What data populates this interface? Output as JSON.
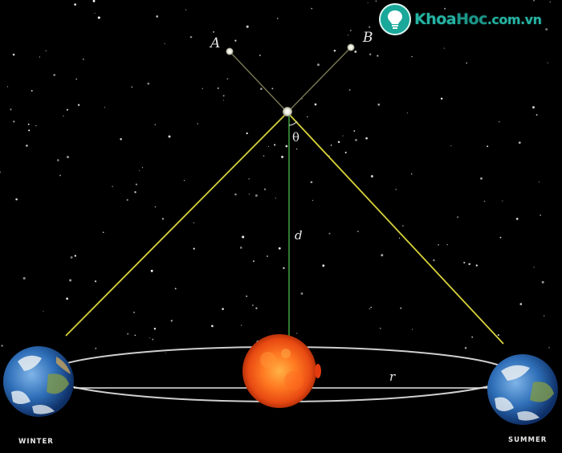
{
  "labels": {
    "star_a": "A",
    "star_b": "B",
    "angle": "θ",
    "distance": "d",
    "radius": "r",
    "winter": "WINTER",
    "summer": "SUMMER"
  },
  "watermark": {
    "part1": "Khoa",
    "part2": "Hoc",
    "part3": ".com.vn",
    "brand_color": "#25b3a3"
  },
  "colors": {
    "sight_line": "#d7d23a",
    "distance_line": "#3a9a3a",
    "orbit": "#d8d8d8",
    "sun": "#f4571c",
    "background": "#000000"
  }
}
